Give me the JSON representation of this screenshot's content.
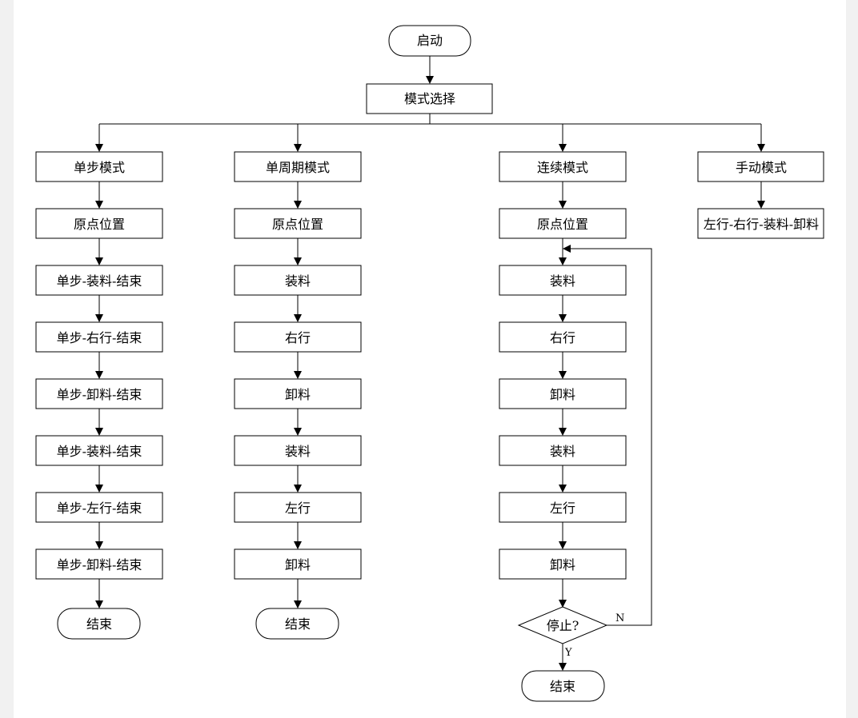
{
  "start": "启动",
  "mode_select": "模式选择",
  "columns": [
    {
      "header": "单步模式",
      "steps": [
        "原点位置",
        "单步-装料-结束",
        "单步-右行-结束",
        "单步-卸料-结束",
        "单步-装料-结束",
        "单步-左行-结束",
        "单步-卸料-结束"
      ],
      "end": "结束"
    },
    {
      "header": "单周期模式",
      "steps": [
        "原点位置",
        "装料",
        "右行",
        "卸料",
        "装料",
        "左行",
        "卸料"
      ],
      "end": "结束"
    },
    {
      "header": "连续模式",
      "steps": [
        "原点位置",
        "装料",
        "右行",
        "卸料",
        "装料",
        "左行",
        "卸料"
      ],
      "decision": "停止?",
      "no_label": "N",
      "yes_label": "Y",
      "end": "结束"
    },
    {
      "header": "手动模式",
      "steps": [
        "左行-右行-装料-卸料"
      ]
    }
  ]
}
